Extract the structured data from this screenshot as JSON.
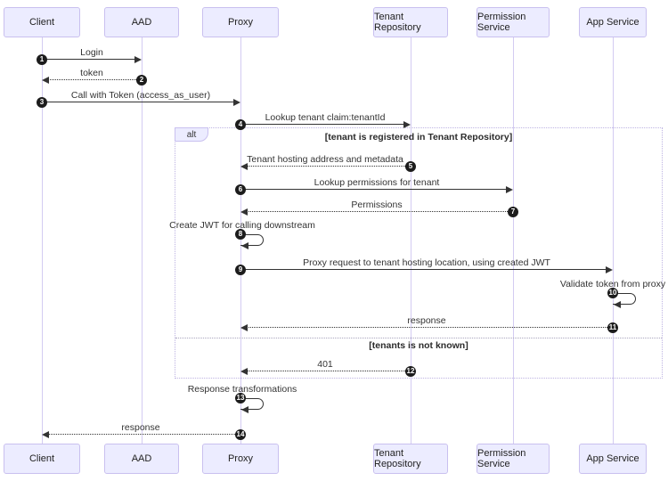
{
  "diagram": {
    "type": "sequence-diagram",
    "actors": [
      {
        "label": "Client"
      },
      {
        "label": "AAD"
      },
      {
        "label": "Proxy"
      },
      {
        "label": "Tenant Repository"
      },
      {
        "label": "Permission Service"
      },
      {
        "label": "App Service"
      }
    ],
    "messages": [
      {
        "num": "1",
        "label": "Login",
        "from": "Client",
        "to": "AAD",
        "style": "solid"
      },
      {
        "num": "2",
        "label": "token",
        "from": "AAD",
        "to": "Client",
        "style": "dotted"
      },
      {
        "num": "3",
        "label": "Call with Token (access_as_user)",
        "from": "Client",
        "to": "Proxy",
        "style": "solid"
      },
      {
        "num": "4",
        "label": "Lookup tenant claim:tenantId",
        "from": "Proxy",
        "to": "Tenant Repository",
        "style": "solid"
      },
      {
        "num": "5",
        "label": "Tenant hosting address and metadata",
        "from": "Tenant Repository",
        "to": "Proxy",
        "style": "dotted"
      },
      {
        "num": "6",
        "label": "Lookup permissions for tenant",
        "from": "Proxy",
        "to": "Permission Service",
        "style": "solid"
      },
      {
        "num": "7",
        "label": "Permissions",
        "from": "Permission Service",
        "to": "Proxy",
        "style": "dotted"
      },
      {
        "num": "8",
        "label": "Create JWT for calling downstream",
        "from": "Proxy",
        "to": "Proxy",
        "style": "self"
      },
      {
        "num": "9",
        "label": "Proxy request to tenant hosting location, using created JWT",
        "from": "Proxy",
        "to": "App Service",
        "style": "solid"
      },
      {
        "num": "10",
        "label": "Validate token from proxy",
        "from": "App Service",
        "to": "App Service",
        "style": "self"
      },
      {
        "num": "11",
        "label": "response",
        "from": "App Service",
        "to": "Proxy",
        "style": "dotted"
      },
      {
        "num": "12",
        "label": "401",
        "from": "Tenant Repository",
        "to": "Proxy",
        "style": "dotted"
      },
      {
        "num": "13",
        "label": "Response transformations",
        "from": "Proxy",
        "to": "Proxy",
        "style": "self"
      },
      {
        "num": "14",
        "label": "response",
        "from": "Proxy",
        "to": "Client",
        "style": "dotted"
      }
    ],
    "frame": {
      "operator": "alt",
      "condition_1": "[tenant is registered in Tenant Repository]",
      "condition_2": "[tenants is not known]"
    },
    "colors": {
      "actor_fill": "#ECECFF",
      "actor_border": "#c9c0ef",
      "lifeline": "#d3cbf2",
      "line": "#333333",
      "text": "#333333",
      "badge": "#1c1c1c",
      "frame_border": "#bdb3e2"
    }
  }
}
